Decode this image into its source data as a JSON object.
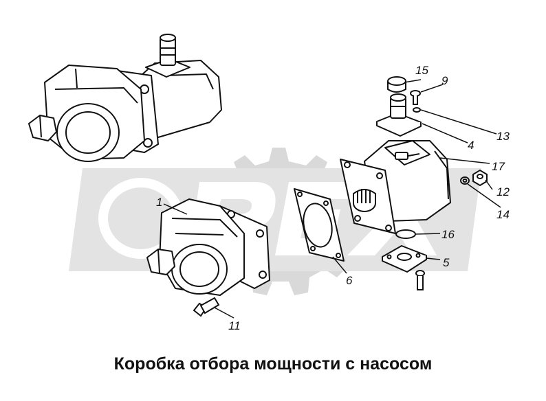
{
  "caption": "Коробка отбора мощности с насосом",
  "watermark": "OPEX",
  "callouts": {
    "p1": "1",
    "p4": "4",
    "p5": "5",
    "p6": "6",
    "p9": "9",
    "p11": "11",
    "p12": "12",
    "p13": "13",
    "p14": "14",
    "p15": "15",
    "p16": "16",
    "p17": "17"
  },
  "colors": {
    "line": "#111111",
    "watermark": "#d6d6d6",
    "background": "#ffffff"
  }
}
